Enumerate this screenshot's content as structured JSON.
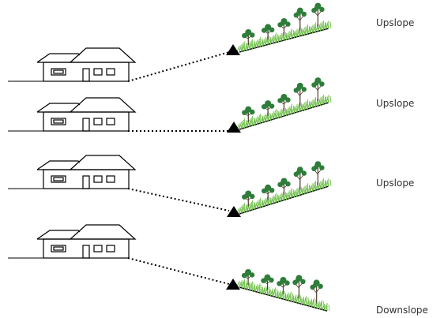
{
  "rows": [
    {
      "slope_label": "Upslope"
    },
    {
      "slope_label": "Upslope"
    },
    {
      "slope_label": "Upslope"
    },
    {
      "slope_label": "Downslope"
    }
  ],
  "colors": {
    "line": "#000000",
    "grass": "#6fbf4a",
    "tree_trunk": "#4a3b2a",
    "tree_leaves": "#2f7d3a",
    "text": "#333333"
  }
}
